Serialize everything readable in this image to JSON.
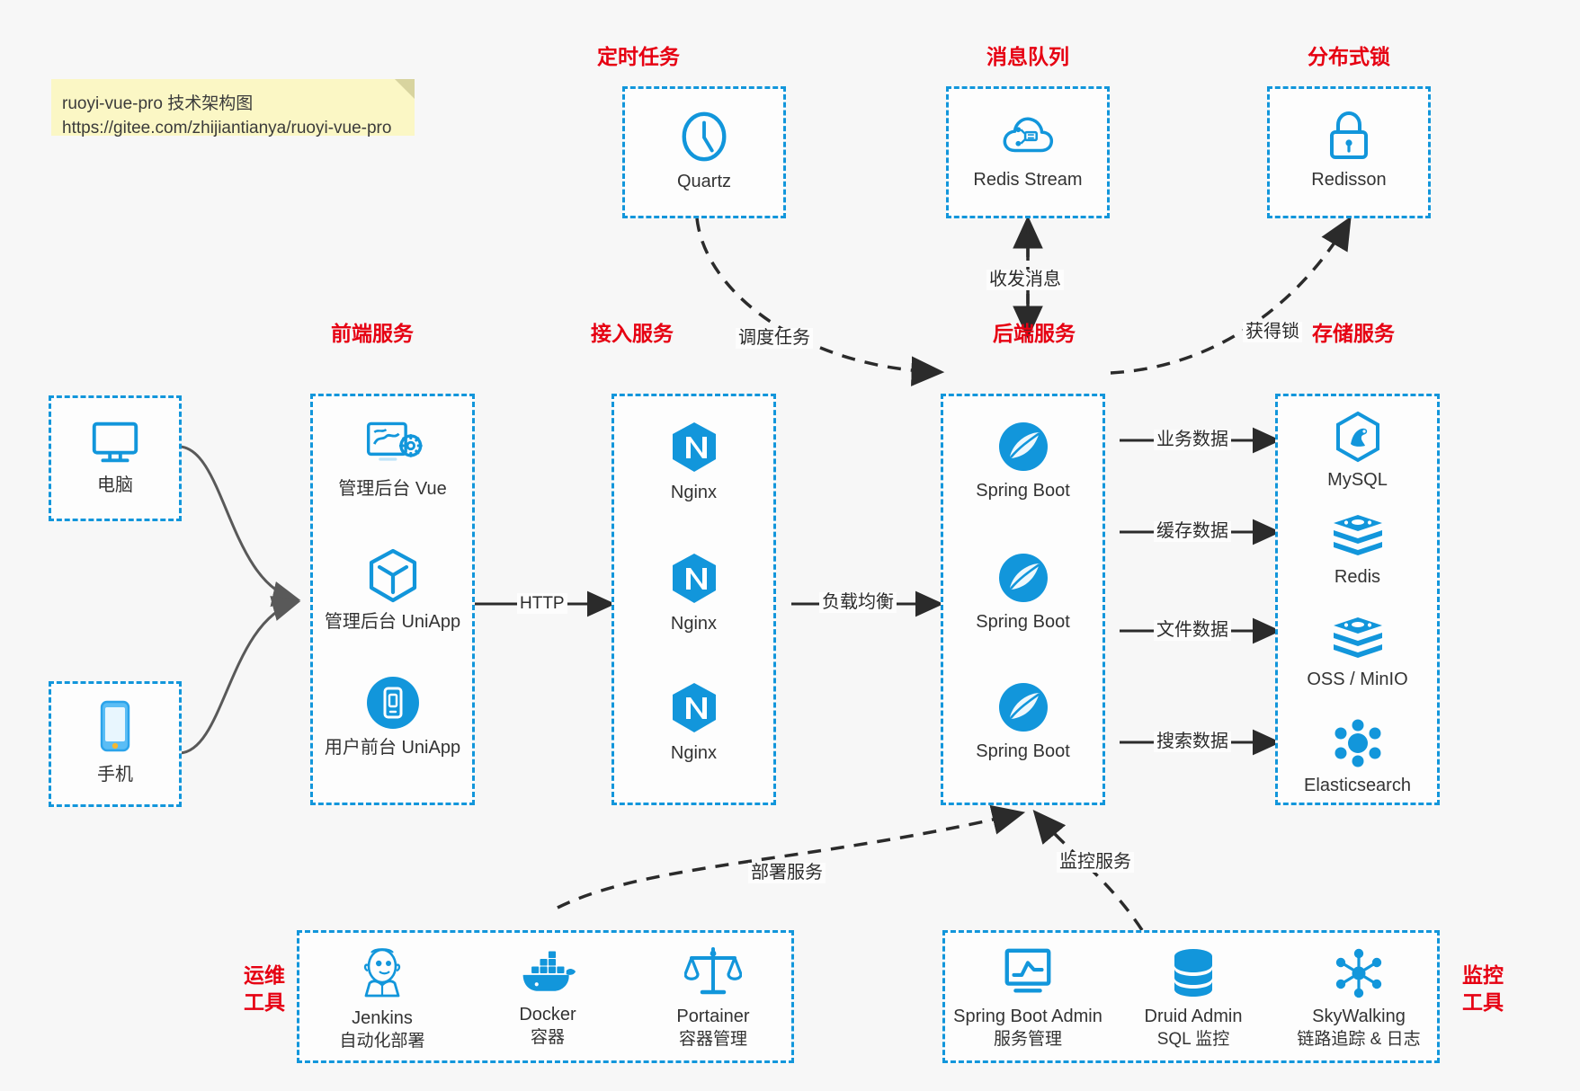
{
  "note": {
    "line1": "ruoyi-vue-pro 技术架构图",
    "line2": "https://gitee.com/zhijiantianya/ruoyi-vue-pro"
  },
  "colors": {
    "accent": "#1296db",
    "title_red": "#e60012",
    "background": "#f7f7f7",
    "note_bg": "#fbf7c5",
    "edge_dark": "#2b2b2b",
    "edge_gray": "#595959"
  },
  "groups": {
    "scheduler": {
      "title": "定时任务",
      "nodes": [
        {
          "label": "Quartz",
          "icon": "clock-icon"
        }
      ]
    },
    "mq": {
      "title": "消息队列",
      "nodes": [
        {
          "label": "Redis Stream",
          "icon": "cloud-stream-icon"
        }
      ]
    },
    "lock": {
      "title": "分布式锁",
      "nodes": [
        {
          "label": "Redisson",
          "icon": "lock-icon"
        }
      ]
    },
    "client_pc": {
      "nodes": [
        {
          "label": "电脑",
          "icon": "desktop-icon"
        }
      ]
    },
    "client_mobile": {
      "nodes": [
        {
          "label": "手机",
          "icon": "phone-icon"
        }
      ]
    },
    "frontend": {
      "title": "前端服务",
      "nodes": [
        {
          "label": "管理后台 Vue",
          "icon": "dashboard-settings-icon"
        },
        {
          "label": "管理后台 UniApp",
          "icon": "cube-icon"
        },
        {
          "label": "用户前台 UniApp",
          "icon": "mobile-app-icon"
        }
      ]
    },
    "gateway": {
      "title": "接入服务",
      "nodes": [
        {
          "label": "Nginx",
          "icon": "nginx-icon"
        },
        {
          "label": "Nginx",
          "icon": "nginx-icon"
        },
        {
          "label": "Nginx",
          "icon": "nginx-icon"
        }
      ]
    },
    "backend": {
      "title": "后端服务",
      "nodes": [
        {
          "label": "Spring Boot",
          "icon": "spring-boot-icon"
        },
        {
          "label": "Spring Boot",
          "icon": "spring-boot-icon"
        },
        {
          "label": "Spring Boot",
          "icon": "spring-boot-icon"
        }
      ]
    },
    "storage": {
      "title": "存储服务",
      "nodes": [
        {
          "label": "MySQL",
          "icon": "mysql-icon"
        },
        {
          "label": "Redis",
          "icon": "redis-icon"
        },
        {
          "label": "OSS / MinIO",
          "icon": "oss-minio-icon"
        },
        {
          "label": "Elasticsearch",
          "icon": "elasticsearch-icon"
        }
      ]
    },
    "devops": {
      "title": "运维\n工具",
      "title_line1": "运维",
      "title_line2": "工具",
      "nodes": [
        {
          "label": "Jenkins",
          "sub": "自动化部署",
          "icon": "jenkins-icon"
        },
        {
          "label": "Docker",
          "sub": "容器",
          "icon": "docker-icon"
        },
        {
          "label": "Portainer",
          "sub": "容器管理",
          "icon": "scales-icon"
        }
      ]
    },
    "monitor": {
      "title_line1": "监控",
      "title_line2": "工具",
      "nodes": [
        {
          "label": "Spring Boot Admin",
          "sub": "服务管理",
          "icon": "monitor-chart-icon"
        },
        {
          "label": "Druid Admin",
          "sub": "SQL 监控",
          "icon": "database-icon"
        },
        {
          "label": "SkyWalking",
          "sub": "链路追踪 & 日志",
          "icon": "skywalking-icon"
        }
      ]
    }
  },
  "edges": [
    {
      "name": "schedule-task",
      "label": "调度任务"
    },
    {
      "name": "send-receive-message",
      "label": "收发消息"
    },
    {
      "name": "acquire-lock",
      "label": "获得锁"
    },
    {
      "name": "http",
      "label": "HTTP"
    },
    {
      "name": "load-balance",
      "label": "负载均衡"
    },
    {
      "name": "business-data",
      "label": "业务数据"
    },
    {
      "name": "cache-data",
      "label": "缓存数据"
    },
    {
      "name": "file-data",
      "label": "文件数据"
    },
    {
      "name": "search-data",
      "label": "搜索数据"
    },
    {
      "name": "deploy-service",
      "label": "部署服务"
    },
    {
      "name": "monitor-service",
      "label": "监控服务"
    }
  ]
}
